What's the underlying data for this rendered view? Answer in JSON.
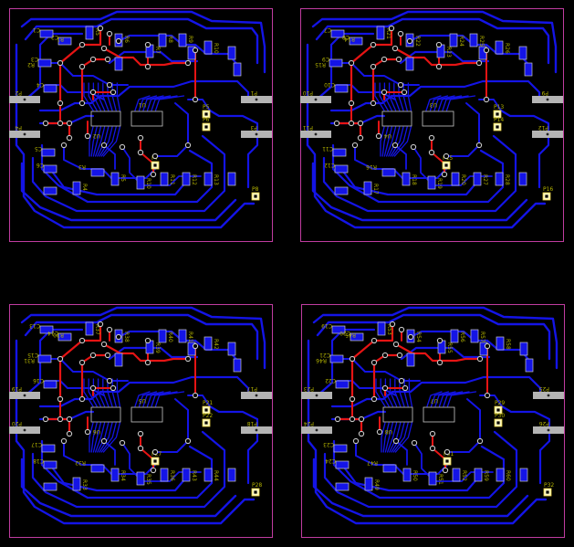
{
  "colors": {
    "background": "#000000",
    "outline": "#c03ca0",
    "bottom_trace": "#1414e6",
    "top_trace": "#e61414",
    "pad_fill": "#b4b4b4",
    "via_ring": "#c8c8c8",
    "label": "#b4b400",
    "silkscreen": "#c8c8c8"
  },
  "boards": [
    {
      "ic_a": "U1",
      "ic_b": "U2",
      "left_connectors": [
        "P2",
        "P4"
      ],
      "right_connectors": [
        "P1",
        "P3"
      ],
      "test_pads": [
        "P5",
        "P6",
        "P7",
        "P8"
      ],
      "resistors_top": [
        "R5",
        "R6",
        "R7",
        "R8",
        "R9",
        "R10"
      ],
      "resistors_bottom": [
        "R4",
        "R5",
        "R10",
        "R11",
        "R12",
        "R13"
      ],
      "caps_left": [
        "C1",
        "C2",
        "C3",
        "C4",
        "C5",
        "C6"
      ],
      "misc_labels": [
        "R1",
        "R2",
        "R3"
      ]
    },
    {
      "ic_a": "U3",
      "ic_b": "U4",
      "left_connectors": [
        "P10",
        "P11"
      ],
      "right_connectors": [
        "P9",
        "P12"
      ],
      "test_pads": [
        "P13",
        "P14",
        "P15",
        "P16"
      ],
      "resistors_top": [
        "R21",
        "R22",
        "R23",
        "R24",
        "R25",
        "R26"
      ],
      "resistors_bottom": [
        "R17",
        "R18",
        "R19",
        "R20",
        "R27",
        "R28"
      ],
      "caps_left": [
        "C7",
        "C8",
        "C9",
        "C10",
        "C11",
        "C12"
      ],
      "misc_labels": [
        "R14",
        "R15",
        "R16"
      ]
    },
    {
      "ic_a": "U5",
      "ic_b": "U6",
      "left_connectors": [
        "P19",
        "P20"
      ],
      "right_connectors": [
        "P17",
        "P18"
      ],
      "test_pads": [
        "P21",
        "P22",
        "P27",
        "P28"
      ],
      "resistors_top": [
        "R37",
        "R38",
        "R39",
        "R40",
        "R41",
        "R42"
      ],
      "resistors_bottom": [
        "R33",
        "R34",
        "R35",
        "R36",
        "R43",
        "R44"
      ],
      "caps_left": [
        "C13",
        "C14",
        "C15",
        "C16",
        "C17",
        "C18"
      ],
      "misc_labels": [
        "R30",
        "R31",
        "R32"
      ]
    },
    {
      "ic_a": "U7",
      "ic_b": "U8",
      "left_connectors": [
        "P23",
        "P24"
      ],
      "right_connectors": [
        "P25",
        "P26"
      ],
      "test_pads": [
        "P29",
        "P30",
        "P31",
        "P32"
      ],
      "resistors_top": [
        "R53",
        "R54",
        "R55",
        "R56",
        "R57",
        "R58"
      ],
      "resistors_bottom": [
        "R49",
        "R50",
        "R51",
        "R52",
        "R59",
        "R60"
      ],
      "caps_left": [
        "C19",
        "C20",
        "C21",
        "C22",
        "C23",
        "C24"
      ],
      "misc_labels": [
        "R45",
        "R46",
        "R47"
      ]
    }
  ]
}
